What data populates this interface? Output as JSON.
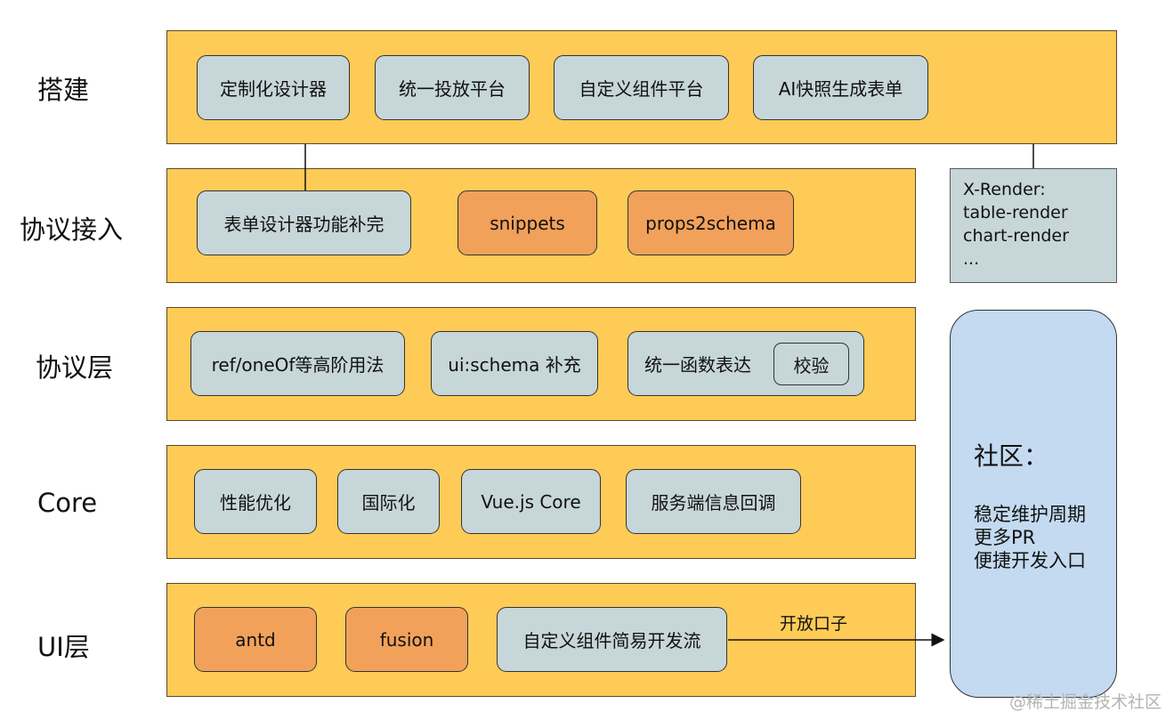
{
  "layers": [
    {
      "label": "搭建",
      "items": [
        "定制化设计器",
        "统一投放平台",
        "自定义组件平台",
        "AI快照生成表单"
      ]
    },
    {
      "label": "协议接入",
      "items": [
        "表单设计器功能补完",
        "snippets",
        "props2schema"
      ]
    },
    {
      "label": "协议层",
      "items": [
        "ref/oneOf等高阶用法",
        "ui:schema 补充",
        "统一函数表达"
      ],
      "nested_item": "校验"
    },
    {
      "label": "Core",
      "items": [
        "性能优化",
        "国际化",
        "Vue.js Core",
        "服务端信息回调"
      ]
    },
    {
      "label": "UI层",
      "items": [
        "antd",
        "fusion",
        "自定义组件简易开发流"
      ]
    }
  ],
  "xrender": {
    "lines": [
      "X-Render:",
      "table-render",
      "chart-render",
      "..."
    ]
  },
  "community": {
    "title": "社区：",
    "lines": [
      "稳定维护周期",
      "更多PR",
      "便捷开发入口"
    ]
  },
  "annotation": "开放口子",
  "watermark": "@稀土掘金技术社区",
  "colors": {
    "band": "#fecb56",
    "grey_box": "#c7d6d8",
    "orange_box": "#f2a15b",
    "community": "#c3daf0"
  }
}
